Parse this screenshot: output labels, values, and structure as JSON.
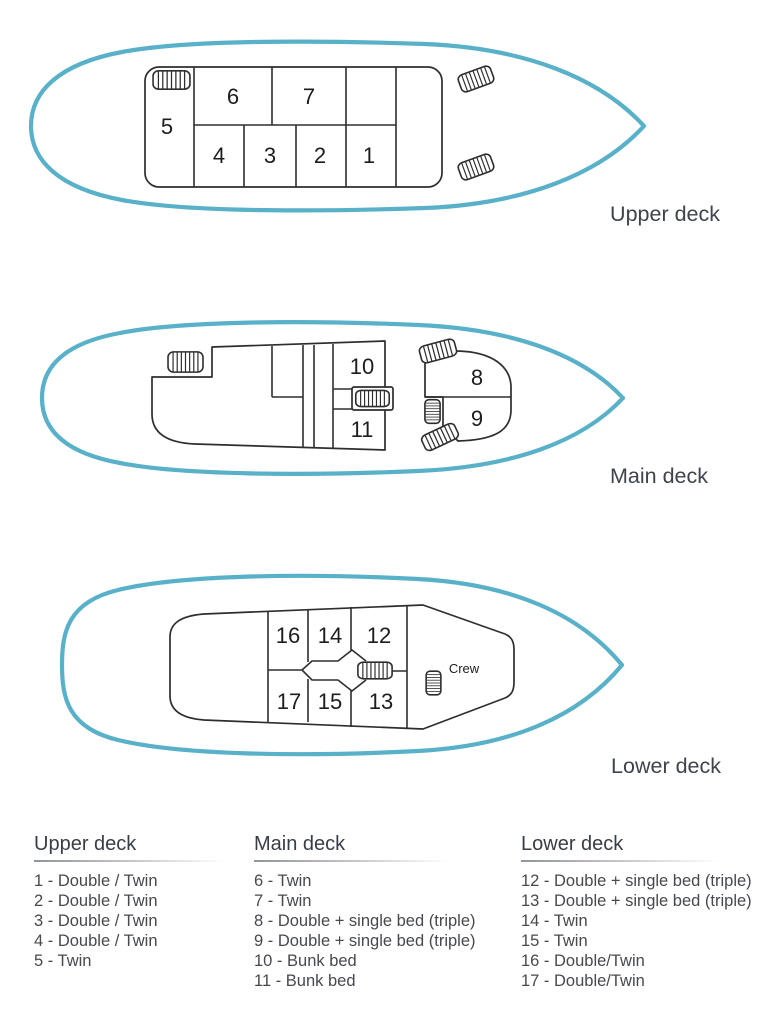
{
  "colors": {
    "hull": "#58B1C8",
    "outline": "#2E2E2E",
    "ink": "#1D1D1D",
    "label": "#3E444B",
    "legend-title": "#383E45",
    "legend-item": "#46494D"
  },
  "decks": [
    {
      "name": "Upper deck",
      "cabins": [
        "1",
        "2",
        "3",
        "4",
        "5",
        "6",
        "7"
      ]
    },
    {
      "name": "Main deck",
      "cabins": [
        "8",
        "9",
        "10",
        "11"
      ]
    },
    {
      "name": "Lower deck",
      "cabins": [
        "12",
        "13",
        "14",
        "15",
        "16",
        "17"
      ],
      "crew_label": "Crew"
    }
  ],
  "legend": {
    "columns": [
      {
        "title": "Upper deck",
        "items": [
          "1 - Double / Twin",
          "2 - Double / Twin",
          "3 - Double / Twin",
          "4 - Double / Twin",
          "5 - Twin"
        ]
      },
      {
        "title": "Main deck",
        "items": [
          "6 - Twin",
          "7 - Twin",
          "8 - Double + single bed (triple)",
          "9 - Double + single bed (triple)",
          "10 - Bunk bed",
          "11 - Bunk bed"
        ]
      },
      {
        "title": "Lower deck",
        "items": [
          "12 - Double + single bed (triple)",
          "13 - Double + single bed (triple)",
          "14 - Twin",
          "15 - Twin",
          "16 - Double/Twin",
          "17 - Double/Twin"
        ]
      }
    ]
  }
}
